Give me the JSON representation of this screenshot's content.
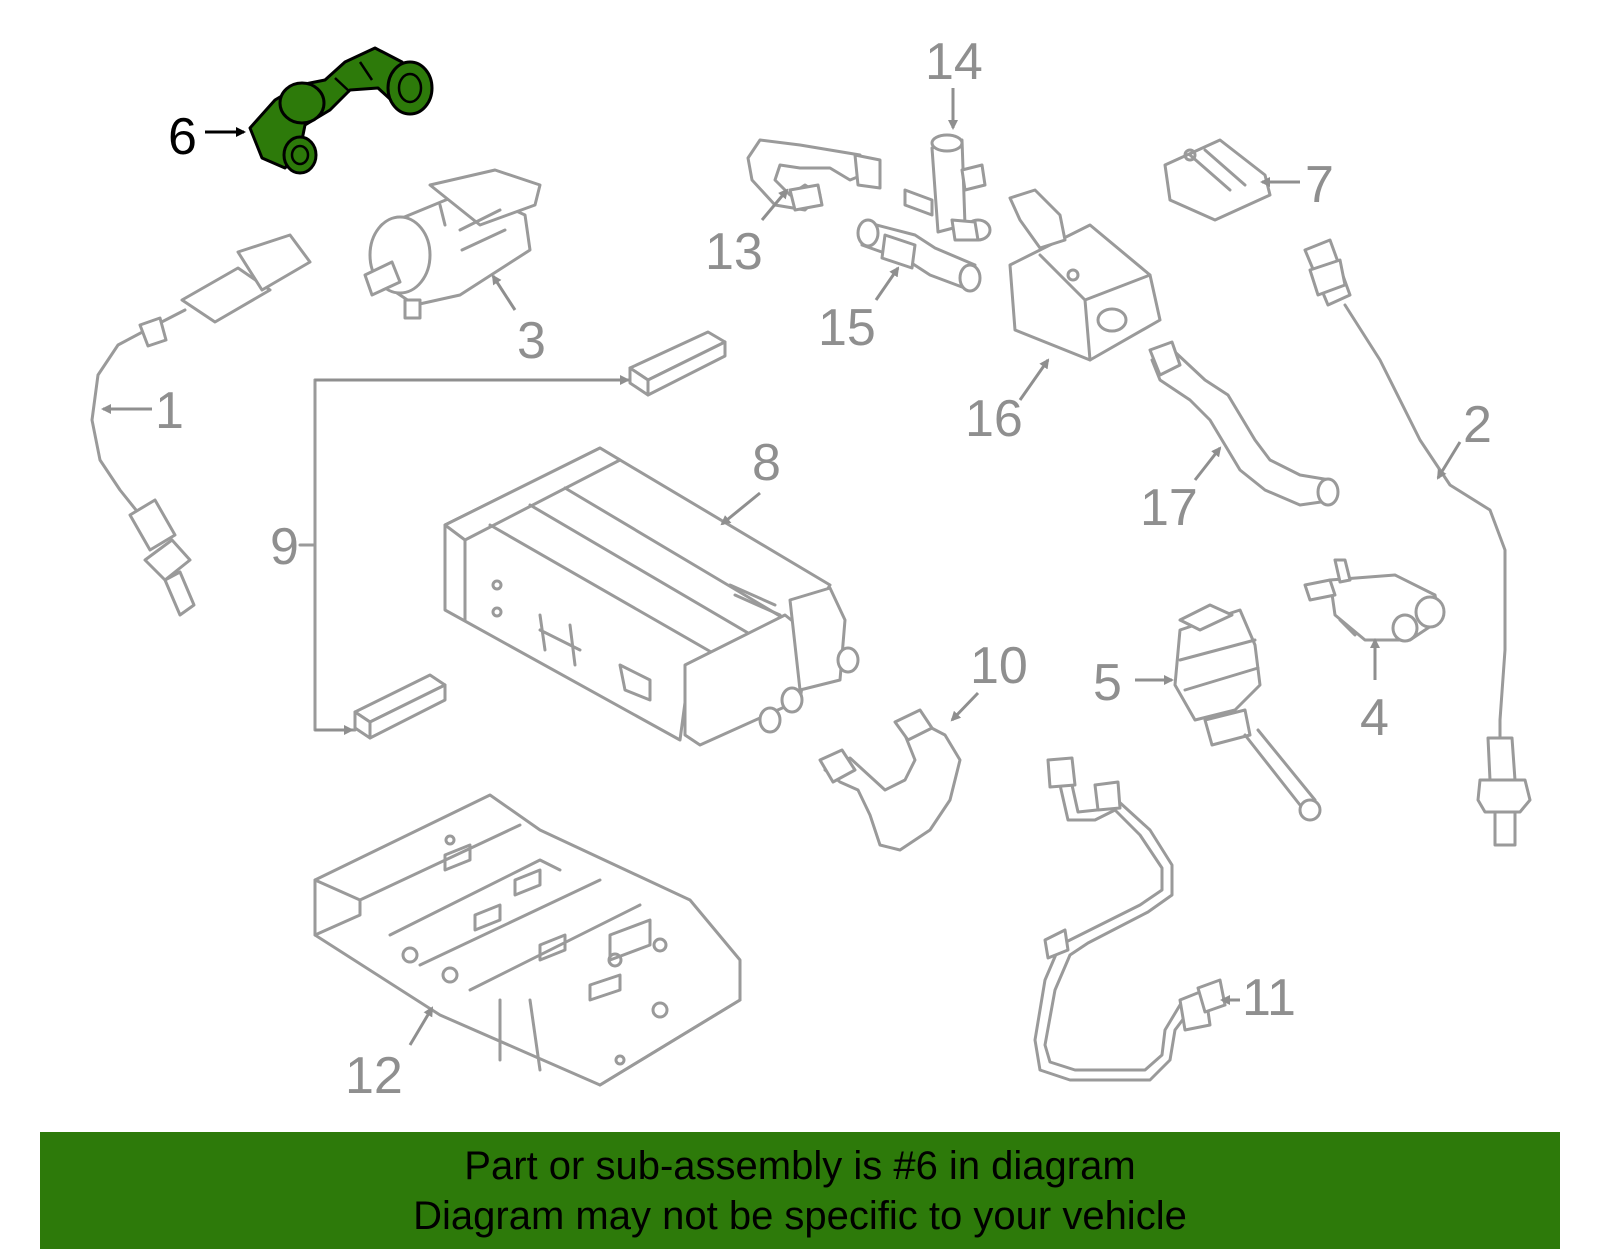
{
  "callouts": {
    "c1": "1",
    "c2": "2",
    "c3": "3",
    "c4": "4",
    "c5": "5",
    "c6": "6",
    "c7": "7",
    "c8": "8",
    "c9": "9",
    "c10": "10",
    "c11": "11",
    "c12": "12",
    "c13": "13",
    "c14": "14",
    "c15": "15",
    "c16": "16",
    "c17": "17"
  },
  "highlighted_part": "6",
  "colors": {
    "highlight": "#2d7a0a",
    "linework": "#9a9a9a",
    "banner": "#2d7a0a"
  },
  "banner": {
    "line1": "Part or sub-assembly is #6 in diagram",
    "line2": "Diagram may not be specific to your vehicle"
  }
}
